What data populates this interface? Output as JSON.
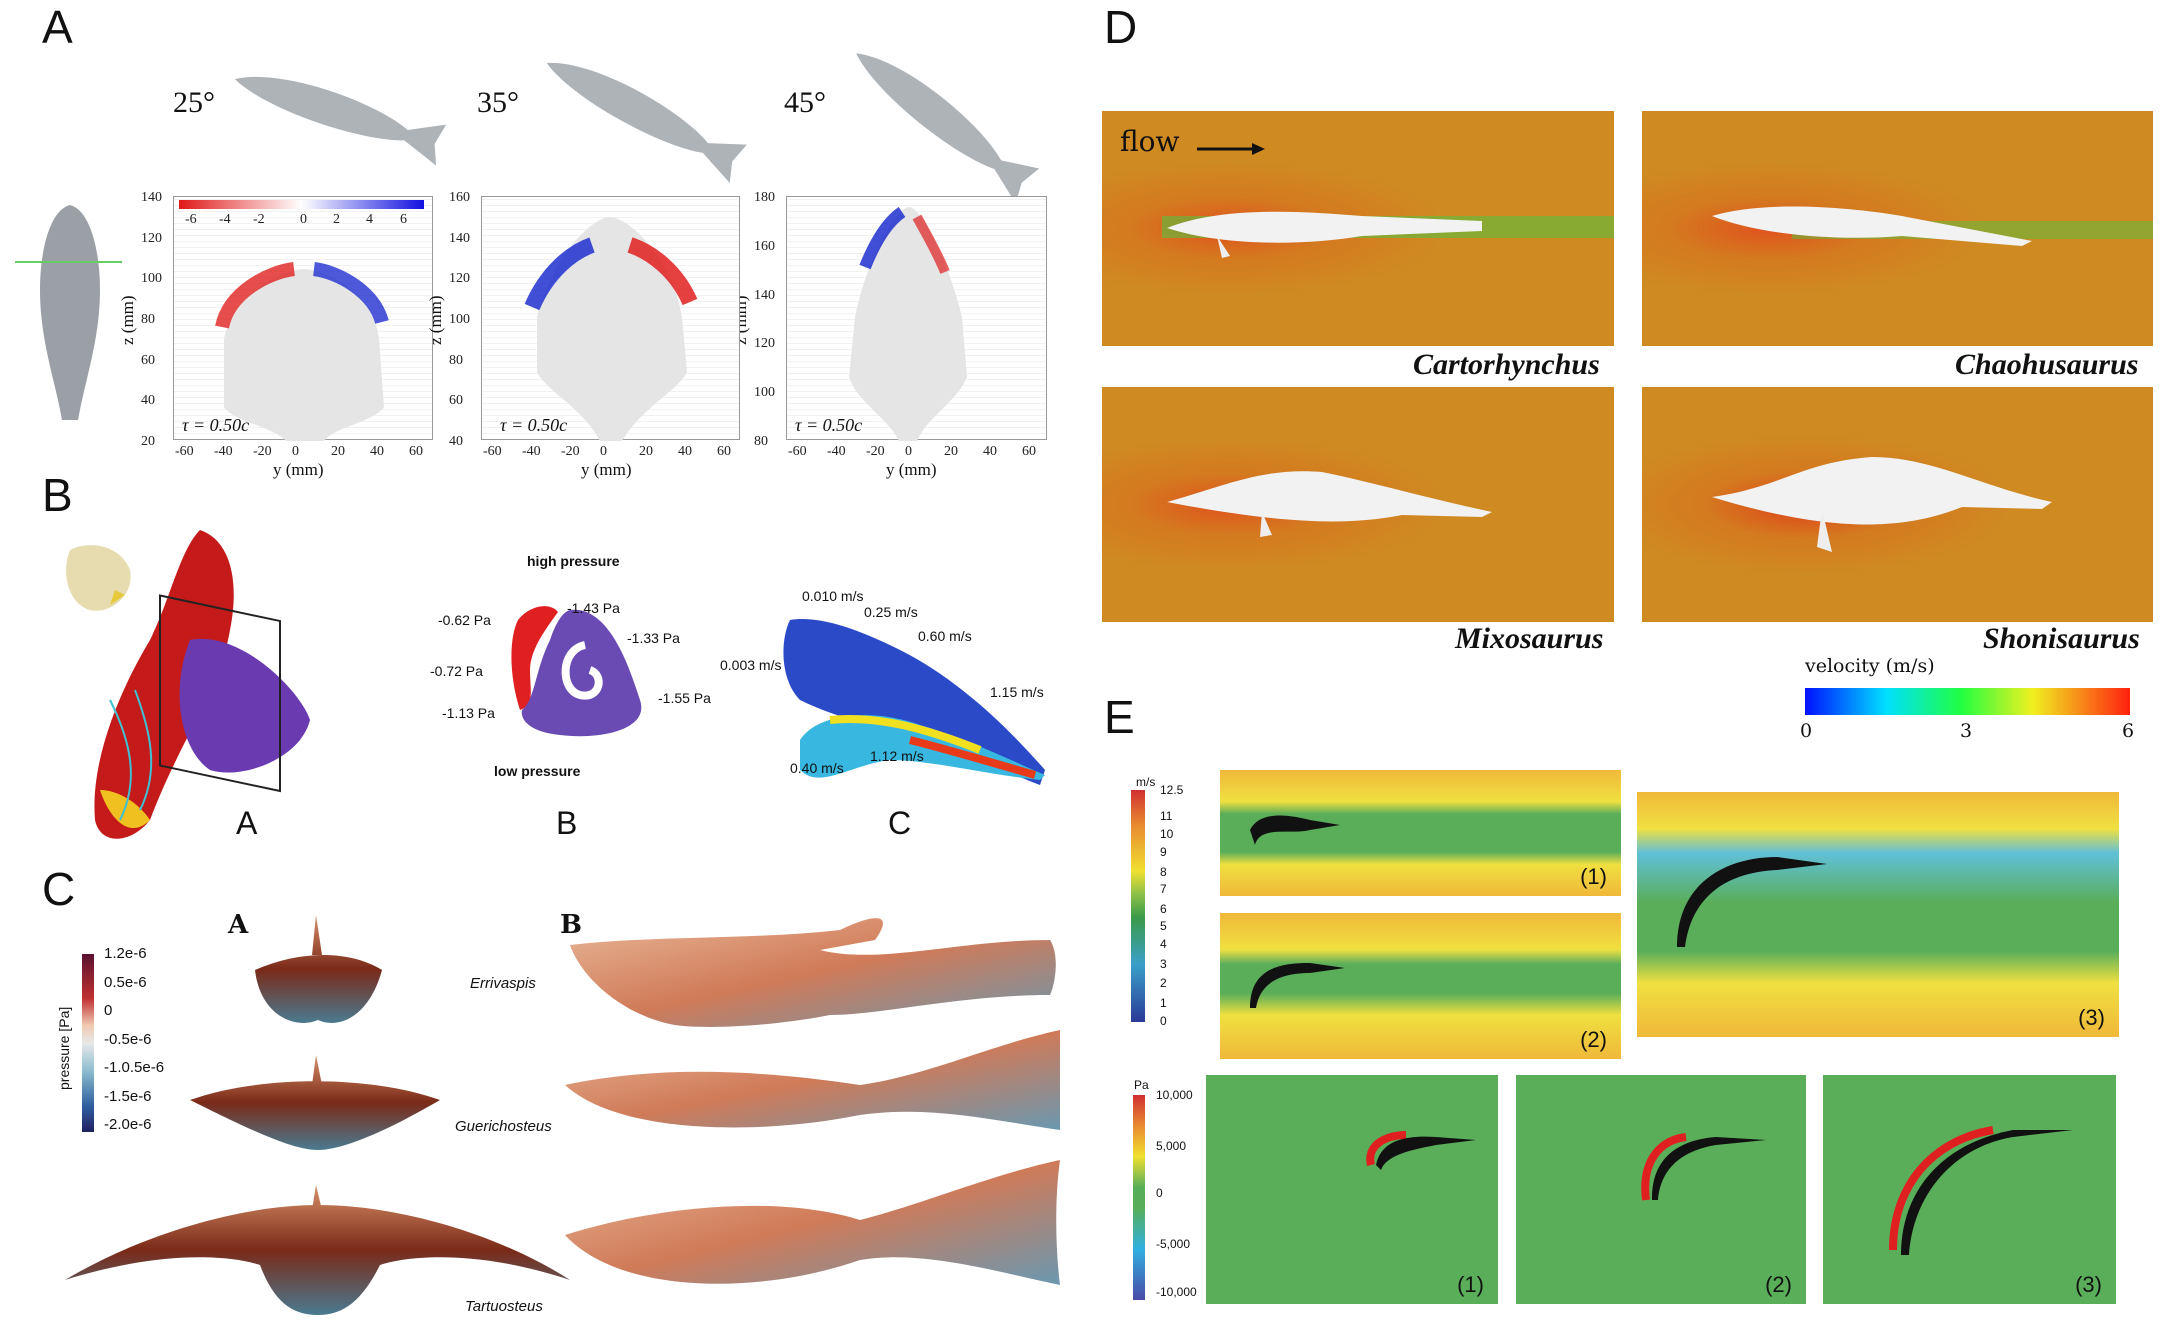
{
  "panels": {
    "A": "A",
    "B": "B",
    "C": "C",
    "D": "D",
    "E": "E"
  },
  "panel_a": {
    "angles": [
      "25°",
      "35°",
      "45°"
    ],
    "colorbar_ticks": [
      "-6",
      "-4",
      "-2",
      "0",
      "2",
      "4",
      "6"
    ],
    "plots": [
      {
        "y_ticks": [
          "140",
          "120",
          "100",
          "80",
          "60",
          "40",
          "20"
        ],
        "x_ticks": [
          "-60",
          "-40",
          "-20",
          "0",
          "20",
          "40",
          "60"
        ],
        "tau": "τ = 0.50c",
        "xlabel": "y (mm)",
        "ylabel": "z (mm)"
      },
      {
        "y_ticks": [
          "160",
          "140",
          "120",
          "100",
          "80",
          "60",
          "40"
        ],
        "x_ticks": [
          "-60",
          "-40",
          "-20",
          "0",
          "20",
          "40",
          "60"
        ],
        "tau": "τ = 0.50c",
        "xlabel": "y (mm)",
        "ylabel": "z (mm)"
      },
      {
        "y_ticks": [
          "180",
          "160",
          "140",
          "120",
          "100",
          "80"
        ],
        "x_ticks": [
          "-60",
          "-40",
          "-20",
          "0",
          "20",
          "40",
          "60"
        ],
        "tau": "τ = 0.50c",
        "xlabel": "y (mm)",
        "ylabel": "z (mm)"
      }
    ]
  },
  "panel_b": {
    "sublabels": [
      "A",
      "B",
      "C"
    ],
    "pressure": {
      "high": "high pressure",
      "low": "low pressure",
      "values": [
        "-0.62 Pa",
        "-1.43 Pa",
        "-1.33 Pa",
        "-0.72 Pa",
        "-1.55 Pa",
        "-1.13 Pa"
      ]
    },
    "velocity": [
      "0.010 m/s",
      "0.25 m/s",
      "0.60 m/s",
      "0.003 m/s",
      "1.15 m/s",
      "1.12 m/s",
      "0.40 m/s"
    ]
  },
  "panel_c": {
    "sublabels": [
      "A",
      "B"
    ],
    "colorbar_title": "pressure [Pa]",
    "colorbar_ticks": [
      "1.2e-6",
      "0.5e-6",
      "0",
      "-0.5e-6",
      "-1.0.5e-6",
      "-1.5e-6",
      "-2.0e-6"
    ],
    "species": [
      "Errivaspis",
      "Guerichosteus",
      "Tartuosteus"
    ]
  },
  "panel_d": {
    "flow_label": "flow",
    "species": [
      "Cartorhynchus",
      "Chaohusaurus",
      "Mixosaurus",
      "Shonisaurus"
    ],
    "colorbar_title": "velocity (m/s)",
    "colorbar_ticks": [
      "0",
      "3",
      "6"
    ]
  },
  "panel_e": {
    "velocity_unit": "m/s",
    "velocity_ticks": [
      "12.5",
      "11",
      "10",
      "9",
      "8",
      "7",
      "6",
      "5",
      "4",
      "3",
      "2",
      "1",
      "0"
    ],
    "pressure_unit": "Pa",
    "pressure_ticks": [
      "10,000",
      "5,000",
      "0",
      "-5,000",
      "-10,000"
    ],
    "top_labels": [
      "(1)",
      "(2)",
      "(3)"
    ],
    "bottom_labels": [
      "(1)",
      "(2)",
      "(3)"
    ]
  },
  "colors": {
    "red": "#e02020",
    "blue": "#1020d0",
    "d_bg": "#cf8a22",
    "e_velocity_bg": "#efb43a",
    "e_pressure_bg": "#5aae5a"
  }
}
